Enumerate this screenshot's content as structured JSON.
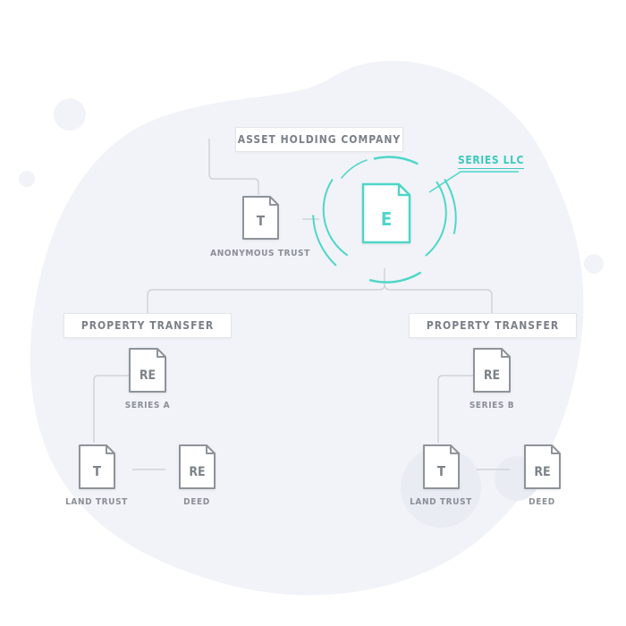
{
  "colors": {
    "blob": "#f1f3f8",
    "line": "#cfd3da",
    "doc_stroke": "#8e939a",
    "accent": "#4fd6c8"
  },
  "top_box": {
    "label": "ASSET HOLDING COMPANY"
  },
  "highlight": {
    "letter": "E",
    "label": "SERIES LLC",
    "icon": "document-icon"
  },
  "trust_top": {
    "letter": "T",
    "label": "ANONYMOUS TRUST"
  },
  "left_branch": {
    "box": "PROPERTY TRANSFER",
    "series": {
      "letter": "RE",
      "label": "SERIES A"
    },
    "land_trust": {
      "letter": "T",
      "label": "LAND TRUST"
    },
    "deed": {
      "letter": "RE",
      "label": "DEED"
    }
  },
  "right_branch": {
    "box": "PROPERTY TRANSFER",
    "series": {
      "letter": "RE",
      "label": "SERIES B"
    },
    "land_trust": {
      "letter": "T",
      "label": "LAND TRUST"
    },
    "deed": {
      "letter": "RE",
      "label": "DEED"
    }
  }
}
